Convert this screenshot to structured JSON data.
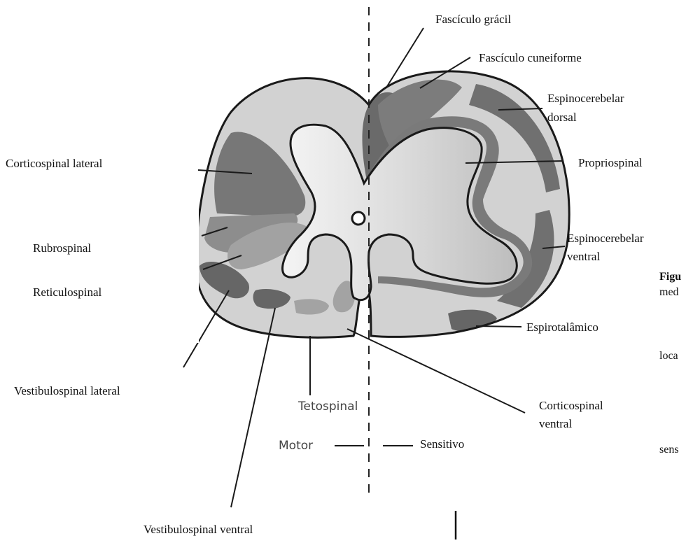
{
  "colors": {
    "white_matter": "#d2d2d2",
    "gray_matter": "#c6c6c6",
    "gray_matter_light": "#ececec",
    "tract_dark": "#6f6f6f",
    "tract_mid": "#8c8c8c",
    "tract_light": "#a3a3a3",
    "outline": "#1a1a1a"
  },
  "labels": {
    "fasciculo_gracil": "Fascículo grácil",
    "fasciculo_cuneiforme": "Fascículo cuneiforme",
    "espinocerebelar_dorsal_1": "Espinocerebelar",
    "espinocerebelar_dorsal_2": "dorsal",
    "proprioespinal": "Propriospinal",
    "espinocerebelar_ventral_1": "Espinocerebelar",
    "espinocerebelar_ventral_2": "ventral",
    "espirotalamico": "Espirotalâmico",
    "corticospinal_ventral_1": "Corticospinal",
    "corticospinal_ventral_2": "ventral",
    "corticospinal_lateral": "Corticospinal lateral",
    "rubrospinal": "Rubrospinal",
    "reticulospinal": "Reticulospinal",
    "vestibulospinal_lateral": "Vestibulospinal lateral",
    "tetospinal": "Tetospinal",
    "motor": "Motor",
    "sensitivo": "Sensitivo",
    "vestibulospinal_ventral": "Vestibulospinal ventral"
  },
  "caption_fragments": {
    "line1": "Figu",
    "line2": "med",
    "line3": "loca",
    "line4": "sens"
  }
}
